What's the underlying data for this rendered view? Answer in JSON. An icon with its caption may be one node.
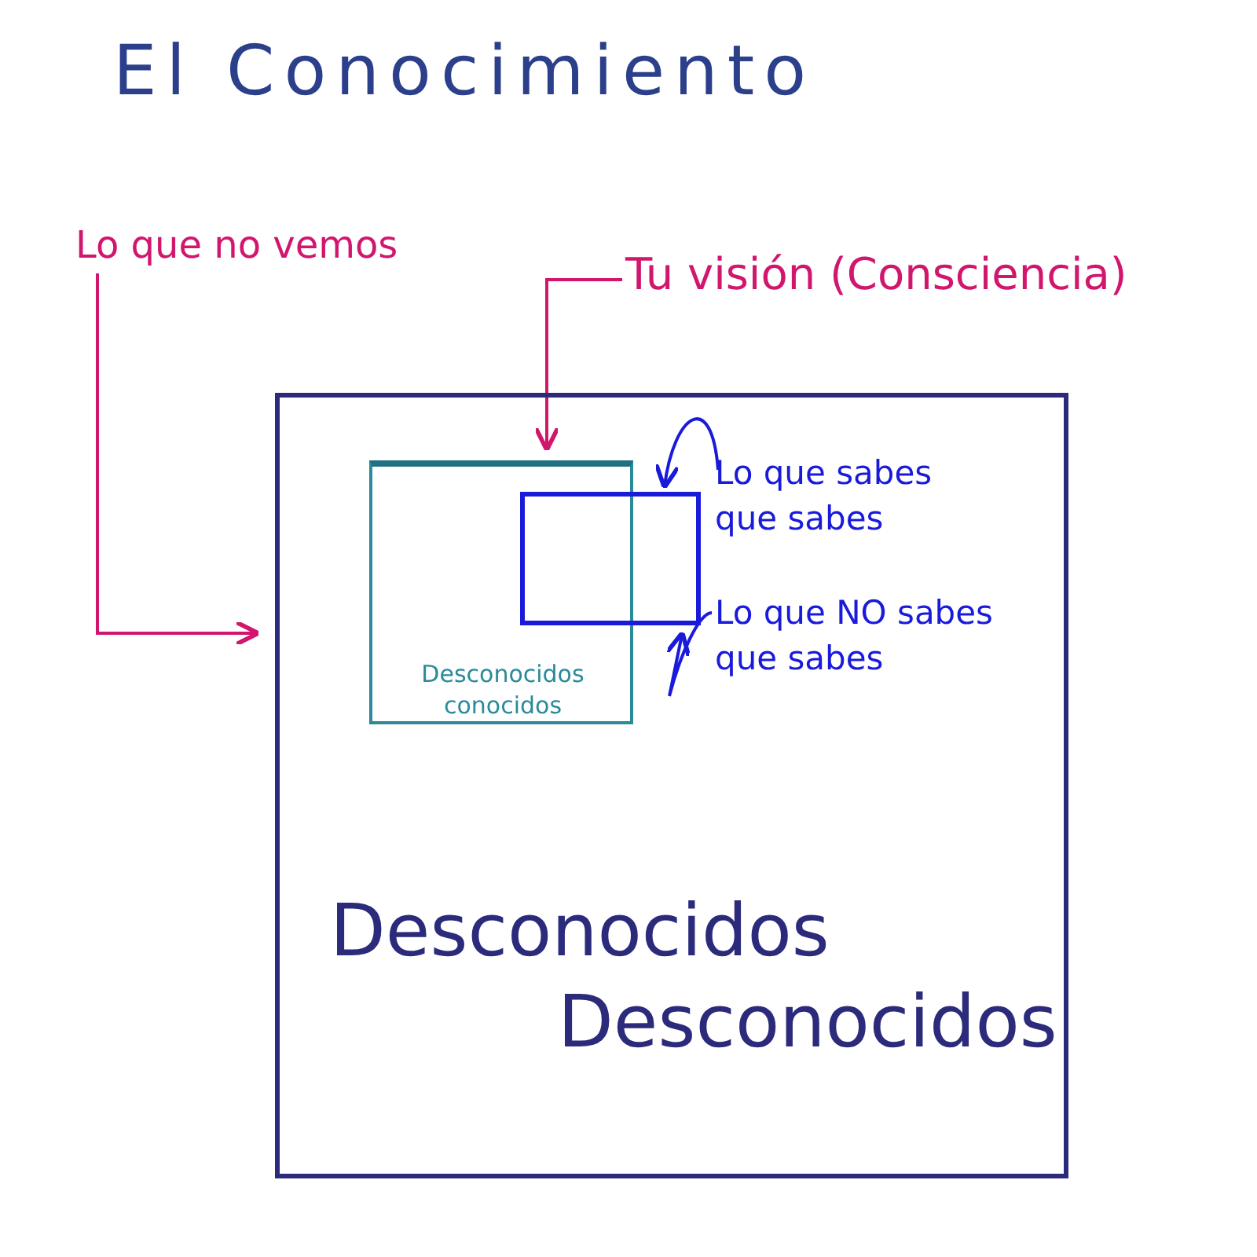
{
  "diagram": {
    "title": "El Conocimiento",
    "nodes": [
      {
        "text": [
          "Desconocidos Desconocidos"
        ]
      },
      {
        "text": [
          "Desconocidos conocidos"
        ],
        "in": 0
      },
      {
        "text": [],
        "shape": "box",
        "in": 0
      },
      {
        "text": [
          "Lo que no vemos"
        ]
      },
      {
        "text": [
          "Tu visión (Consciencia)"
        ]
      },
      {
        "text": [
          "Lo que sabes que sabes"
        ],
        "in": 0
      },
      {
        "text": [
          "Lo que NO sabes que sabes"
        ],
        "in": 0
      }
    ],
    "edges": [
      {
        "from": 3,
        "to": 0,
        "arrow": "to",
        "color": "#d1166e"
      },
      {
        "from": 4,
        "to": 1,
        "arrow": "to",
        "color": "#d1166e"
      },
      {
        "from": 5,
        "to": 2,
        "arrow": "to",
        "color": "#1a1adb"
      },
      {
        "from": 6,
        "to": 2,
        "arrow": "to",
        "color": "#1a1adb"
      }
    ]
  }
}
